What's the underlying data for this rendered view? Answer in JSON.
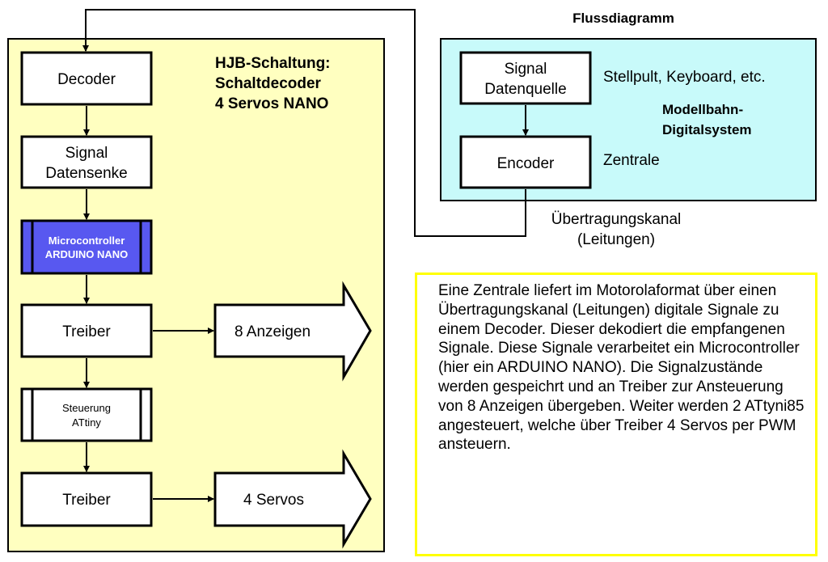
{
  "title": "Flussdiagramm",
  "colors": {
    "panel_hjb": "#ffffc0",
    "panel_digital": "#c8fafa",
    "microcontroller": "#5858f0",
    "description_border": "#ffff00",
    "line": "#000000"
  },
  "hjb_panel": {
    "heading": [
      "HJB-Schaltung:",
      "Schaltdecoder",
      "4 Servos NANO"
    ],
    "blocks": {
      "decoder": [
        "Decoder"
      ],
      "datensenke": [
        "Signal",
        "Datensenke"
      ],
      "microcontroller": [
        "Microcontroller",
        "ARDUINO NANO"
      ],
      "treiber1": [
        "Treiber"
      ],
      "steuerung": [
        "Steuerung",
        "ATtiny"
      ],
      "treiber2": [
        "Treiber"
      ]
    },
    "outputs": {
      "anzeigen": "8 Anzeigen",
      "servos": "4 Servos"
    }
  },
  "digital_panel": {
    "heading": [
      "Modellbahn-",
      "Digitalsystem"
    ],
    "blocks": {
      "datenquelle": [
        "Signal",
        "Datenquelle"
      ],
      "encoder": [
        "Encoder"
      ]
    },
    "annotations": {
      "datenquelle": "Stellpult, Keyboard, etc.",
      "encoder": "Zentrale"
    }
  },
  "channel_label": [
    "Übertragungskanal",
    "(Leitungen)"
  ],
  "description": "Eine Zentrale liefert im Motorolaformat über einen Übertragungskanal (Leitungen) digitale Signale zu einem Decoder. Dieser dekodiert die empfangenen Signale. Diese Signale verarbeitet ein Microcontroller (hier ein ARDUINO NANO). Die Signalzustände werden gespeichrt und an Treiber zur Ansteuerung von 8 Anzeigen übergeben. Weiter werden 2 ATtyni85 angesteuert, welche über Treiber 4 Servos per PWM ansteuern."
}
